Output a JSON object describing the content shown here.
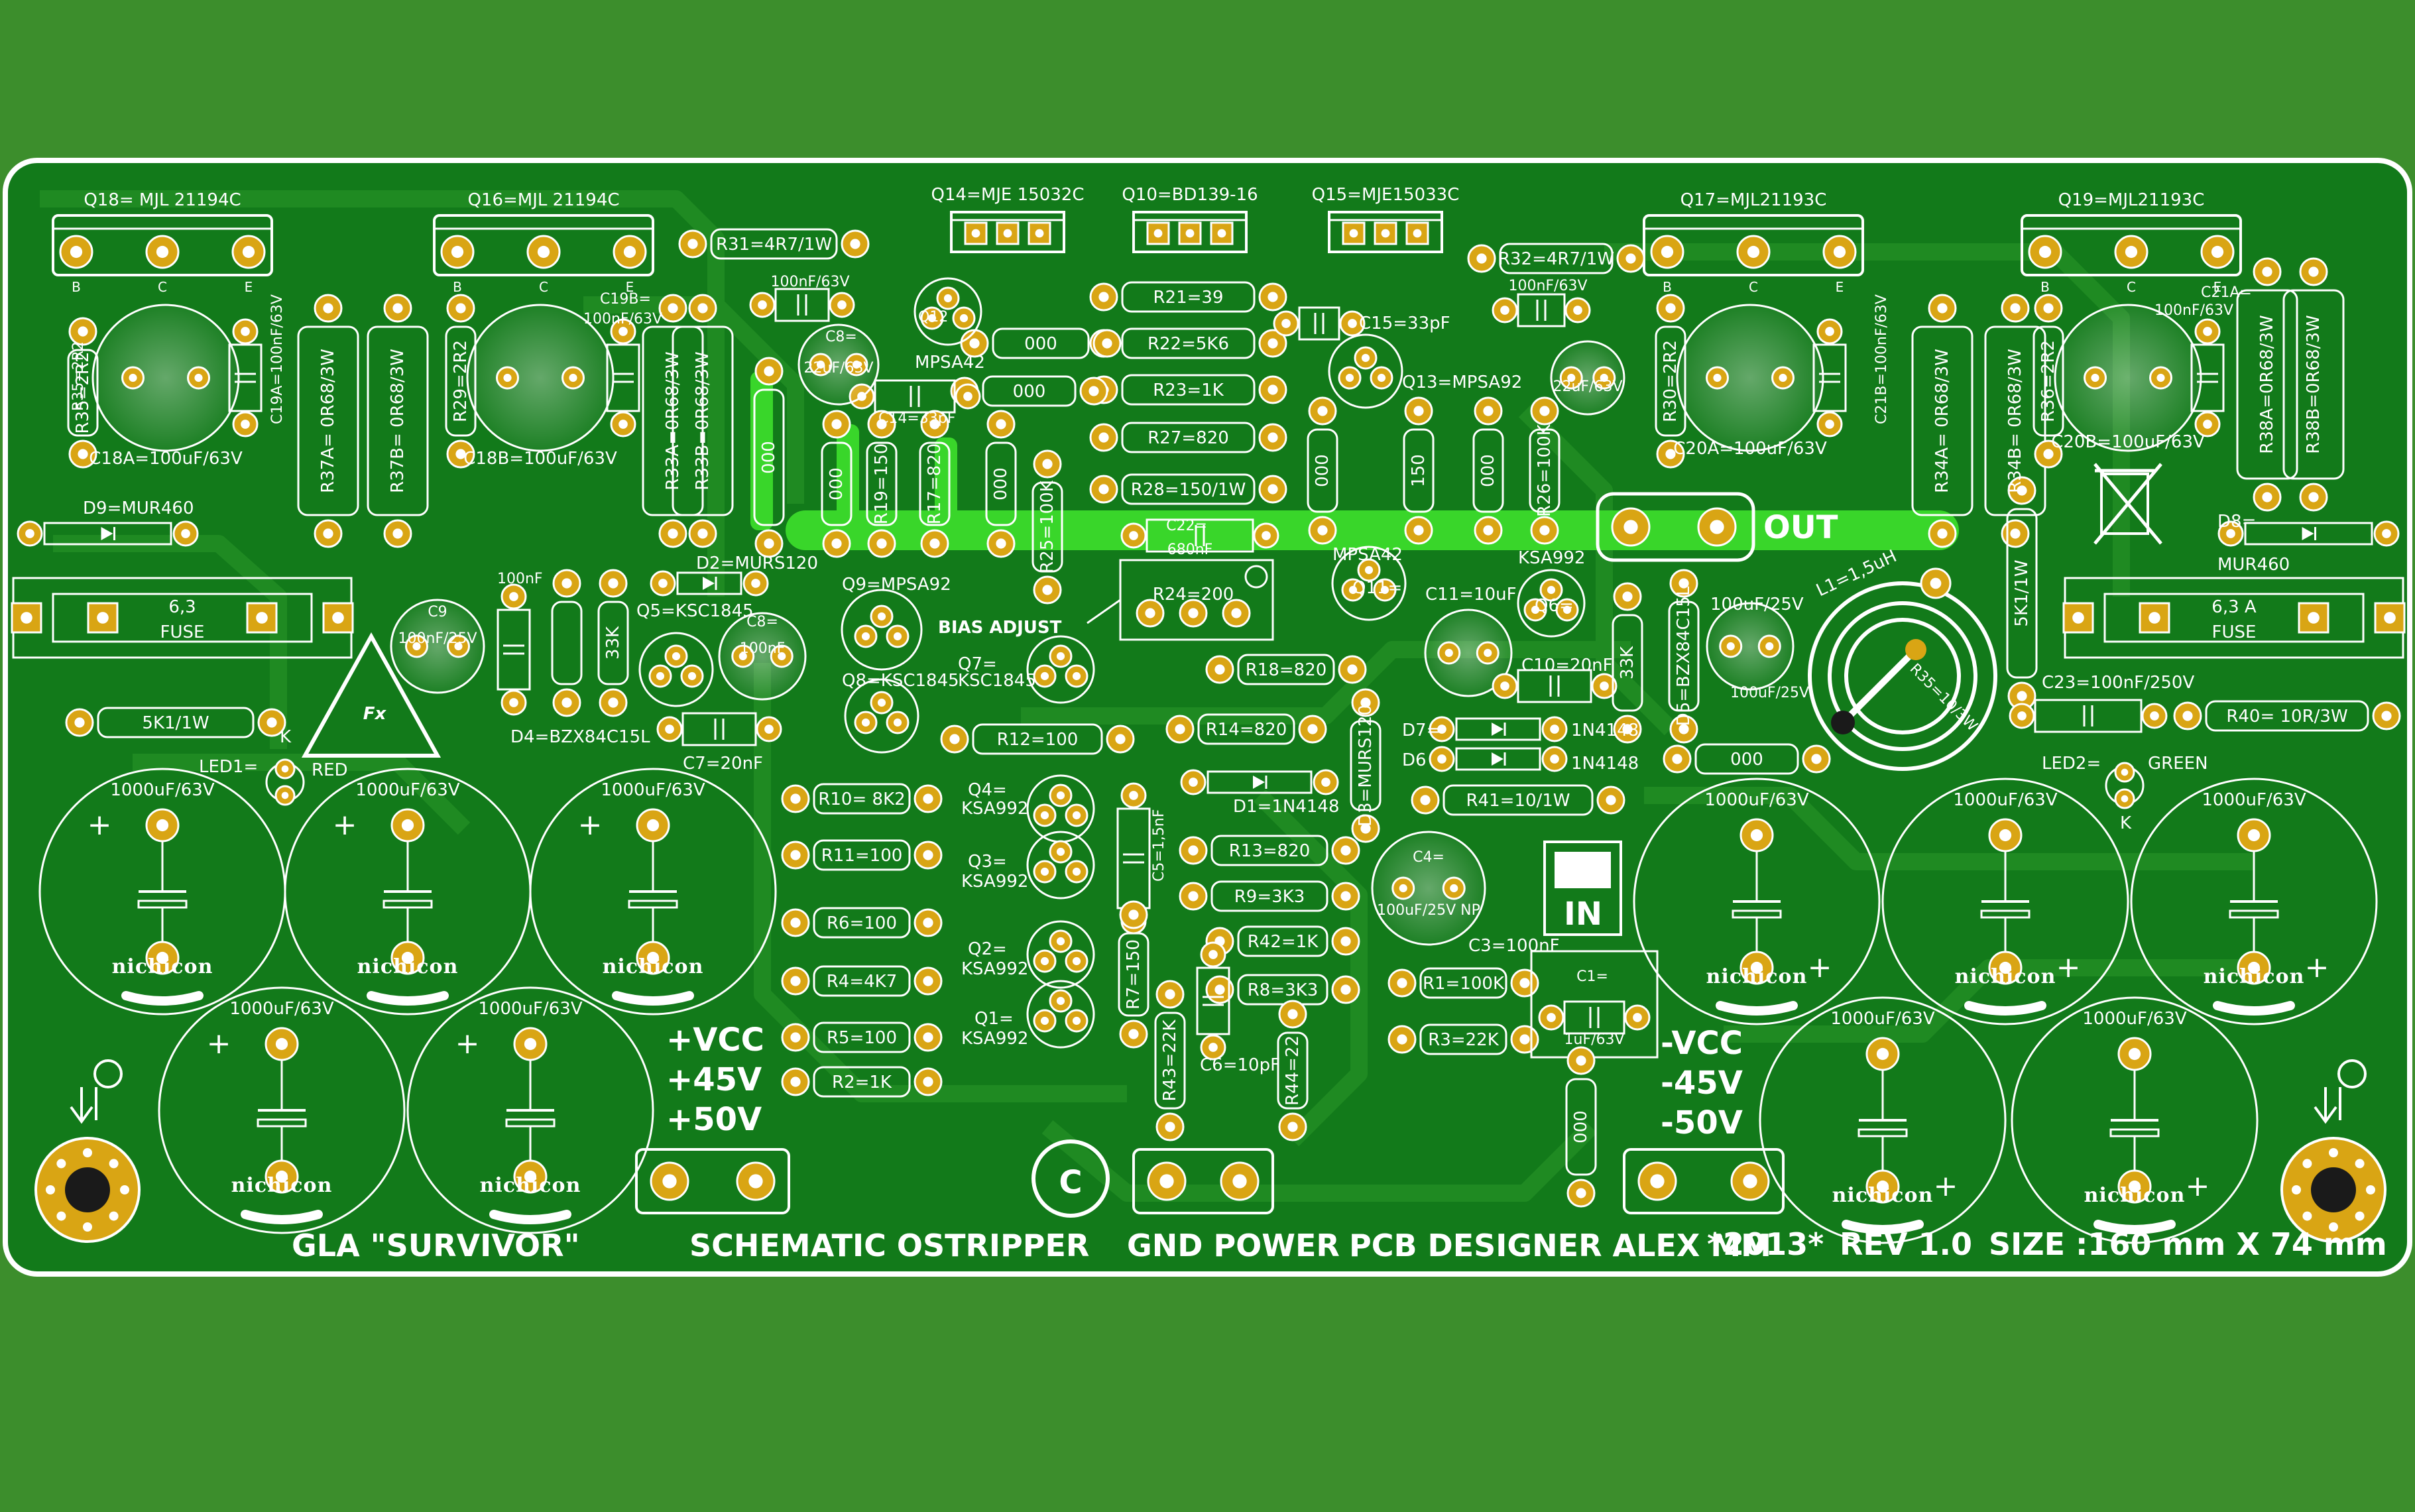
{
  "colors": {
    "background": "#3c8e2c",
    "board": "#127a1a",
    "copper": "#1f8a22",
    "highlight_trace": "#39d62a",
    "silkscreen": "#ffffff",
    "pad": "#d9a514",
    "hole": "#1a1a1a"
  },
  "footer": {
    "title": "GLA \"SURVIVOR\"",
    "schematic": "SCHEMATIC OSTRIPPER",
    "gnd": "GND POWER",
    "designer": "PCB DESIGNER ALEX MM",
    "year": "*2013*",
    "rev": "REV 1.0",
    "size": "SIZE :160 mm X 74 mm"
  },
  "rails": {
    "pos": [
      "+VCC",
      "+45V",
      "+50V"
    ],
    "neg": [
      "-VCC",
      "-45V",
      "-50V"
    ]
  },
  "labels": {
    "out": "OUT",
    "in": "IN",
    "bias": "BIAS ADJUST",
    "fuse": "FUSE",
    "fuse_rating_left": "6,3",
    "fuse_rating_right": "6,3 A",
    "brand": "nichicon",
    "copyright": "C",
    "red": "RED",
    "green": "GREEN",
    "cap_main": "1000uF/63V",
    "warning": "Fx"
  },
  "parts": {
    "q18": "Q18= MJL 21194C",
    "q16": "Q16=MJL 21194C",
    "q14": "Q14=MJE 15032C",
    "q10": "Q10=BD139-16",
    "q15": "Q15=MJE15033C",
    "q17": "Q17=MJL21193C",
    "q19": "Q19=MJL21193C",
    "r31": "R31=4R7/1W",
    "r32": "R32=4R7/1W",
    "c100a": "100nF/63V",
    "c100b": "100nF/63V",
    "r21": "R21=39",
    "r22": "R22=5K6",
    "r23": "R23=1K",
    "r27": "R27=820",
    "r28": "R28=150/1W",
    "c15": "C15=33pF",
    "c14": "C14=33pF",
    "c16": "22uF/63V",
    "c17": "22uF/63V",
    "mpsa42": "MPSA42",
    "q12": "Q12",
    "q13": "Q13=MPSA92",
    "r35": "R35=2R2",
    "r29": "R29=2R2",
    "r30": "R30=2R2",
    "r36": "R36=2R2",
    "c19a": "C19A=100nF/63V",
    "c19b": "C19B=",
    "c18a": "C18A=100uF/63V",
    "c18b": "C18B=100uF/63V",
    "r37a": "R37A= 0R68/3W",
    "r37b": "R37B= 0R68/3W",
    "r33a": "R33A=0R68/3W",
    "r33b": "R33B=0R68/3W",
    "c20a": "C20A=100uF/63V",
    "c21b": "C21B=100nF/63V",
    "c20b": "C20B=100uF/63V",
    "c21a": "C21A=",
    "r34a": "R34A= 0R68/3W",
    "r34b": "R34B= 0R68/3W",
    "r38a": "R38A=0R68/3W",
    "r38b": "R38B=0R68/3W",
    "d9": "D9=MUR460",
    "d8": "D8=",
    "mur460": "MUR460",
    "d2": "D2=MURS120",
    "q5": "Q5=KSC1845",
    "c9": "100nF/25V",
    "c9n": "C9",
    "c8": "C8=",
    "c100nf": "100nF",
    "r33k": "33K",
    "d4": "D4=BZX84C15L",
    "c7": "C7=20nF",
    "r19": "R19=150",
    "r17": "R17=820",
    "r25": "R25=100K",
    "ooo": "000",
    "c22": "C22=",
    "c22v": "680nF",
    "r24": "R24=200",
    "q9": "Q9=MPSA92",
    "q8": "Q8=KSC1845",
    "q7": "Q7=",
    "ksc1845": "KSC1845",
    "q11": "Q11=",
    "ksa992": "KSA992",
    "q6": "Q6=",
    "r150": "150",
    "r26": "R26=100K",
    "c11": "C11=10uF",
    "c10": "C10=20nF",
    "d5": "D5=BZX84C15L",
    "c12": "100uF/25V",
    "l1": "L1=1,5uH",
    "r35x": "R35=10/3W",
    "r5k1": "5K1/1W",
    "c23": "C23=100nF/250V",
    "r40": "R40= 10R/3W",
    "led1": "LED1=",
    "led2": "LED2=",
    "k": "K",
    "r18": "R18=820",
    "r14": "R14=820",
    "r12": "R12=100",
    "d1": "D1=1N4148",
    "d3": "D3=MURS120",
    "d7": "D7=",
    "d6": "D6",
    "in4148": "1N4148",
    "r41": "R41=10/1W",
    "r10": "R10= 8K2",
    "q4": "Q4=",
    "r11": "R11=100",
    "q3": "Q3=",
    "r6": "R6=100",
    "q2": "Q2=",
    "r4": "R4=4K7",
    "q1": "Q1=",
    "r5": "R5=100",
    "r2": "R2=1K",
    "c5": "C5=1,5nF",
    "r13": "R13=820",
    "r9": "R9=3K3",
    "c4": "C4=",
    "c4v": "100uF/25V NP",
    "c3": "C3=100nF",
    "r42": "R42=1K",
    "r7": "R7=150",
    "r8": "R8=3K3",
    "r1": "R1=100K",
    "r3": "R3=22K",
    "c1": "C1=",
    "c1v": "1uF/63V",
    "r43": "R43=22K",
    "c6": "C6=10pF",
    "r44": "R44=22"
  }
}
